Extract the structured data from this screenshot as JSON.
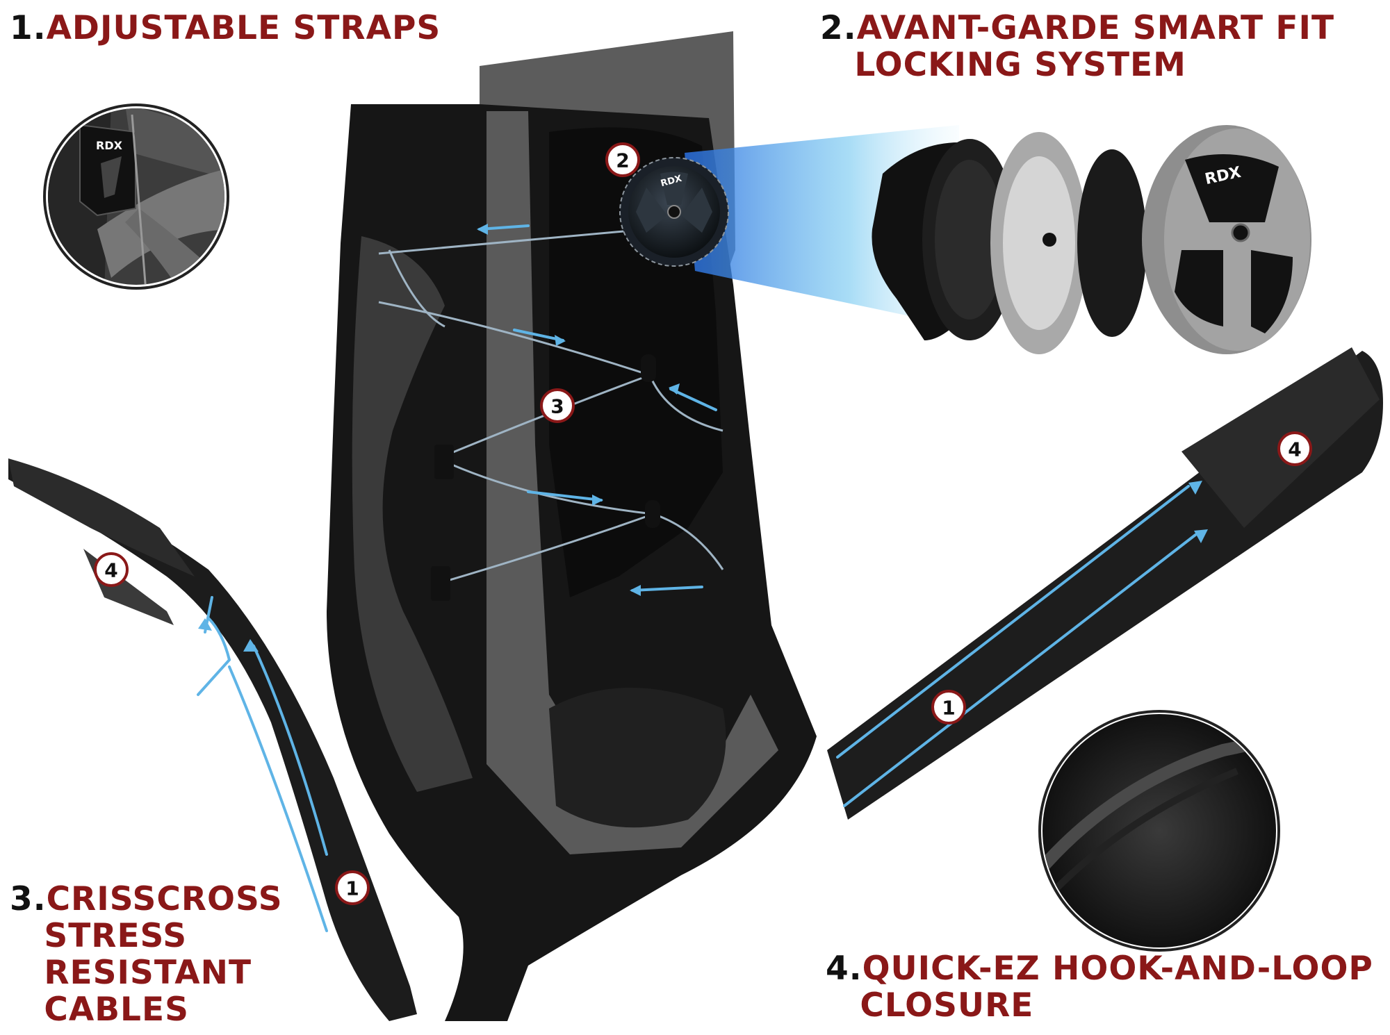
{
  "labels": {
    "f1": {
      "num": "1.",
      "line1": "ADJUSTABLE STRAPS"
    },
    "f2": {
      "num": "2.",
      "line1": "AVANT-GARDE SMART FIT",
      "line2": "LOCKING SYSTEM"
    },
    "f3": {
      "num": "3.",
      "line1": "CRISSCROSS",
      "line2": "STRESS",
      "line3": "RESISTANT",
      "line4": "CABLES"
    },
    "f4": {
      "num": "4.",
      "line1": "QUICK-EZ HOOK-AND-LOOP",
      "line2": "CLOSURE"
    }
  },
  "badges": {
    "dial": "2",
    "cables": "3",
    "strap_left_tip": "4",
    "strap_right_tip": "4",
    "strap_left": "1",
    "strap_right": "1"
  },
  "brand": {
    "logo_dial": "RDX",
    "logo_dial_exploded": "RDX",
    "logo_inset": "RDX"
  },
  "colors": {
    "label_red": "#8a1818",
    "number_black": "#111111",
    "arrow_blue": "#5fb4e6",
    "boot_black": "#1b1b1b",
    "strap_gray": "#5a5a5a"
  }
}
